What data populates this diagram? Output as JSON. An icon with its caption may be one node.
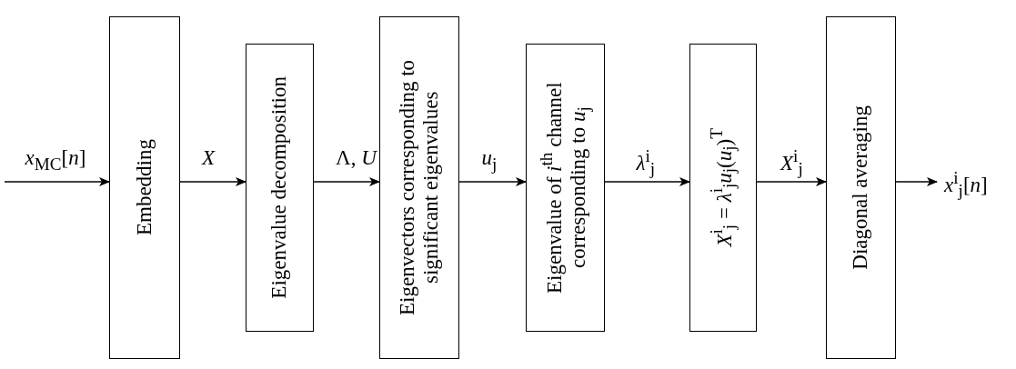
{
  "diagram": {
    "nodes": [
      {
        "text": [
          "Embedding"
        ]
      },
      {
        "text": [
          "Eigenvalue decomposition"
        ]
      },
      {
        "text": [
          "Eigenvectors corresponding to significant eigenvalues"
        ]
      },
      {
        "text": [
          "Eigenvalue of *i*$^{th}$ channel corresponding to *u*$_{j}$"
        ]
      },
      {
        "text": [
          "*X*$^{i}$$_{j}$ = *λ*$^{i}$$_{j}$*u*$_{j}$(*u*$_{j}$)$^{T}$"
        ]
      },
      {
        "text": [
          "Diagonal averaging"
        ]
      }
    ],
    "edges": [
      {
        "from": null,
        "to": 0,
        "arrow": "to",
        "label": "*x*$_{MC}$[*n*]"
      },
      {
        "from": 0,
        "to": 1,
        "arrow": "to",
        "label": "*X*"
      },
      {
        "from": 1,
        "to": 2,
        "arrow": "to",
        "label": "Λ, *U*"
      },
      {
        "from": 2,
        "to": 3,
        "arrow": "to",
        "label": "*u*$_{j}$"
      },
      {
        "from": 3,
        "to": 4,
        "arrow": "to",
        "label": "*λ*$^{i}$$_{j}$"
      },
      {
        "from": 4,
        "to": 5,
        "arrow": "to",
        "label": "*X*$^{i}$$_{j}$"
      },
      {
        "from": 5,
        "to": null,
        "arrow": "to",
        "label": "*x*$^{i}$$_{j}$[*n*]"
      }
    ]
  }
}
